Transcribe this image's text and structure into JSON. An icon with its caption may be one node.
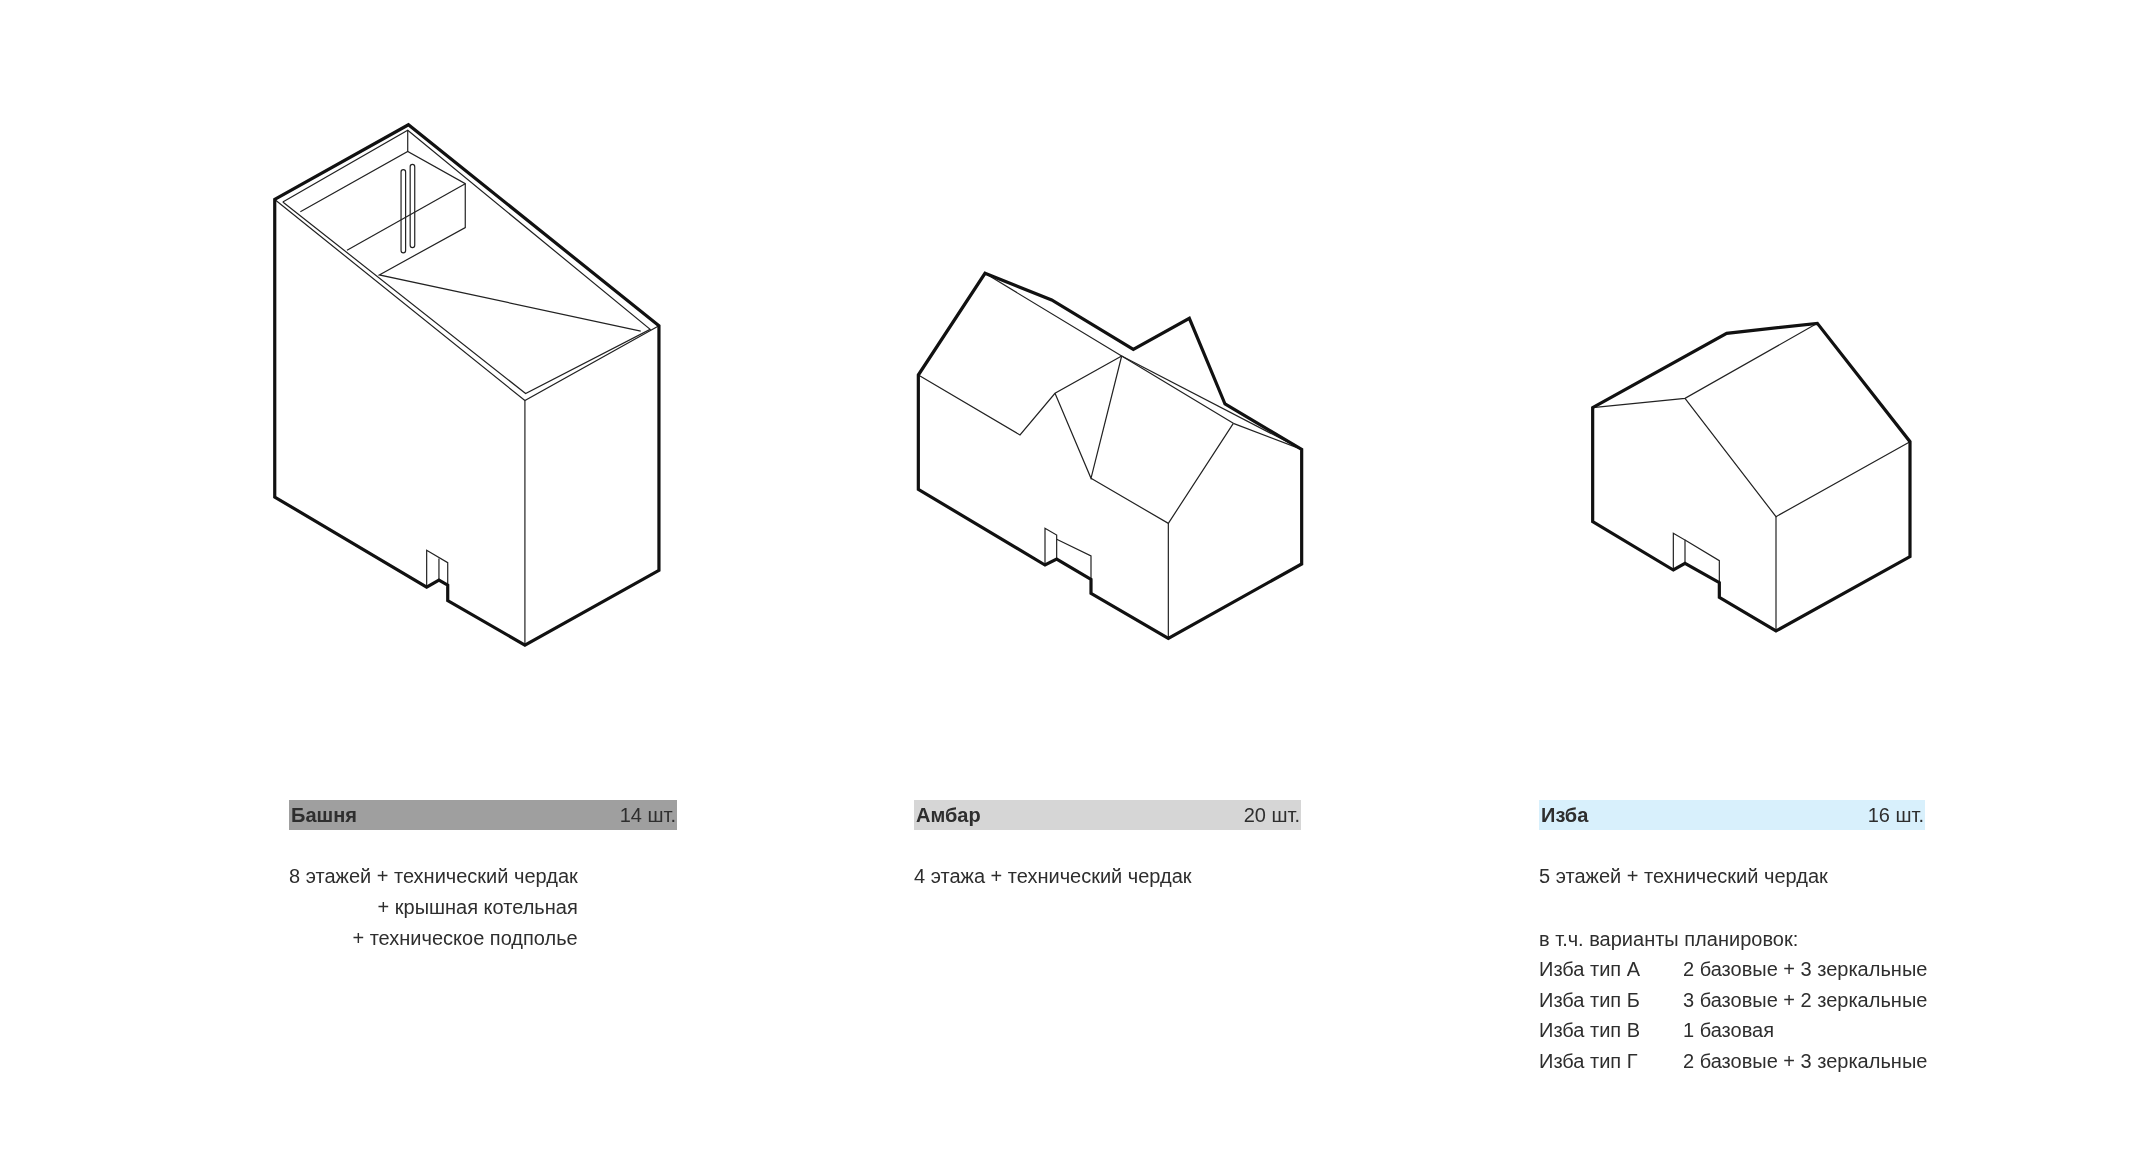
{
  "diagram": {
    "nodes": [
      {
        "text": [
          "Башня",
          "14 шт."
        ],
        "beside": [
          "8 этажей + технический чердак",
          "+ крышная котельная",
          "+ техническое подполье"
        ]
      },
      {
        "text": [
          "Амбар",
          "20 шт."
        ],
        "beside": [
          "4 этажа + технический чердак"
        ]
      },
      {
        "text": [
          "Изба",
          "16 шт."
        ],
        "beside": [
          "5 этажей + технический чердак",
          "в т.ч. варианты планировок:"
        ]
      }
    ],
    "labels": [
      "Изба тип А",
      "2 базовые + 3 зеркальные",
      "Изба тип Б",
      "3 базовые + 2 зеркальные",
      "Изба тип В",
      "1 базовая",
      "Изба тип Г",
      "2 базовые + 3 зеркальные"
    ]
  }
}
